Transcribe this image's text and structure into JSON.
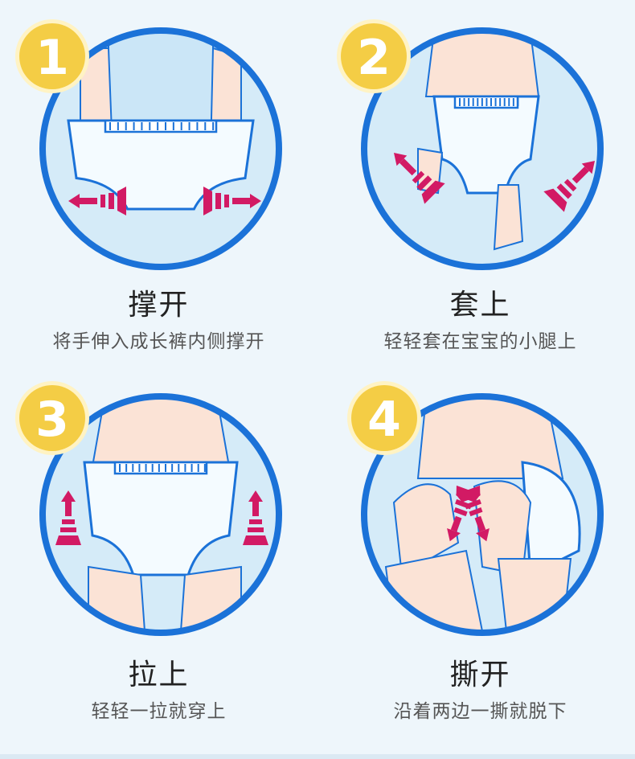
{
  "colors": {
    "ring": "#1b72d8",
    "fill": "#d5ebf8",
    "badge": "#f4cd45",
    "arrow": "#d21a64",
    "skin": "#fbe3d6"
  },
  "steps": [
    {
      "number": "1",
      "title": "撑开",
      "subtitle": "将手伸入成长裤内侧撑开"
    },
    {
      "number": "2",
      "title": "套上",
      "subtitle": "轻轻套在宝宝的小腿上"
    },
    {
      "number": "3",
      "title": "拉上",
      "subtitle": "轻轻一拉就穿上"
    },
    {
      "number": "4",
      "title": "撕开",
      "subtitle": "沿着两边一撕就脱下"
    }
  ]
}
